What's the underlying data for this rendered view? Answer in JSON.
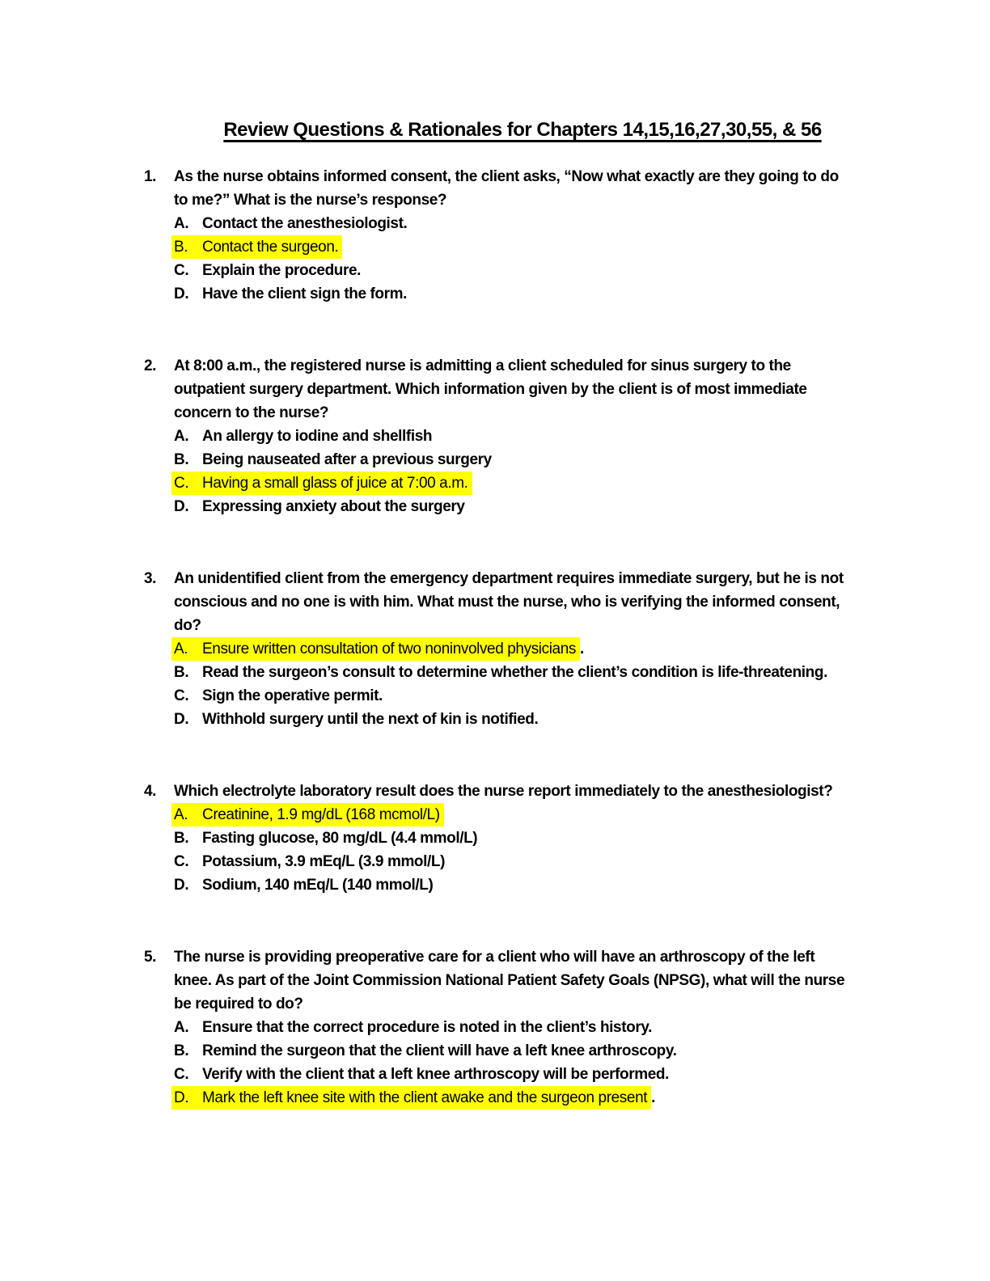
{
  "colors": {
    "highlight": "#ffff00",
    "text": "#000000",
    "page_background": "#ffffff"
  },
  "title": "Review Questions & Rationales for Chapters 14,15,16,27,30,55, & 56",
  "questions": [
    {
      "number": "1.",
      "text": "As the nurse obtains informed consent, the client asks, “Now what exactly are they going to do\nto me?” What is the nurse’s response?",
      "options": [
        {
          "letter": "A.",
          "text": "Contact the anesthesiologist.",
          "highlighted": false
        },
        {
          "letter": "B.",
          "text": "Contact the surgeon.",
          "highlighted": true
        },
        {
          "letter": "C.",
          "text": "Explain the procedure.",
          "highlighted": false
        },
        {
          "letter": "D.",
          "text": "Have the client sign the form.",
          "highlighted": false
        }
      ]
    },
    {
      "number": "2.",
      "text": "At 8:00 a.m., the registered nurse is admitting a client scheduled for sinus surgery to the\noutpatient surgery department. Which information given by the client is of most immediate\nconcern to the nurse?",
      "options": [
        {
          "letter": "A.",
          "text": "An allergy to iodine and shellfish",
          "highlighted": false
        },
        {
          "letter": "B.",
          "text": "Being nauseated after a previous surgery",
          "highlighted": false
        },
        {
          "letter": "C.",
          "text": "Having a small glass of juice at 7:00 a.m.",
          "highlighted": true
        },
        {
          "letter": "D.",
          "text": "Expressing anxiety about the surgery",
          "highlighted": false
        }
      ]
    },
    {
      "number": "3.",
      "text": "An unidentified client from the emergency department requires immediate surgery, but he is not\nconscious and no one is with him. What must the nurse, who is verifying the informed consent,\ndo?",
      "options": [
        {
          "letter": "A.",
          "text": "Ensure written consultation of two noninvolved physicians",
          "highlighted": true,
          "suffix": "."
        },
        {
          "letter": "B.",
          "text": "Read the surgeon’s consult to determine whether the client’s condition is life-threatening.",
          "highlighted": false
        },
        {
          "letter": "C.",
          "text": "Sign the operative permit.",
          "highlighted": false
        },
        {
          "letter": "D.",
          "text": "Withhold surgery until the next of kin is notified.",
          "highlighted": false
        }
      ]
    },
    {
      "number": "4.",
      "text": "Which electrolyte laboratory result does the nurse report immediately to the anesthesiologist?",
      "options": [
        {
          "letter": "A.",
          "text": "Creatinine, 1.9 mg/dL (168 mcmol/L)",
          "highlighted": true
        },
        {
          "letter": "B.",
          "text": "Fasting glucose, 80 mg/dL (4.4 mmol/L)",
          "highlighted": false
        },
        {
          "letter": "C.",
          "text": "Potassium, 3.9 mEq/L (3.9 mmol/L)",
          "highlighted": false
        },
        {
          "letter": "D.",
          "text": "Sodium, 140 mEq/L (140 mmol/L)",
          "highlighted": false
        }
      ]
    },
    {
      "number": "5.",
      "text": "The nurse is providing preoperative care for a client who will have an arthroscopy of the left\nknee. As part of the Joint Commission National Patient Safety Goals (NPSG), what will the nurse\nbe required to do?",
      "options": [
        {
          "letter": "A.",
          "text": "Ensure that the correct procedure is noted in the client’s history.",
          "highlighted": false
        },
        {
          "letter": "B.",
          "text": "Remind the surgeon that the client will have a left knee arthroscopy.",
          "highlighted": false
        },
        {
          "letter": "C.",
          "text": "Verify with the client that a left knee arthroscopy will be performed.",
          "highlighted": false
        },
        {
          "letter": "D.",
          "text": "Mark the left knee site with the client awake and the surgeon present",
          "highlighted": true,
          "suffix": "."
        }
      ]
    }
  ]
}
